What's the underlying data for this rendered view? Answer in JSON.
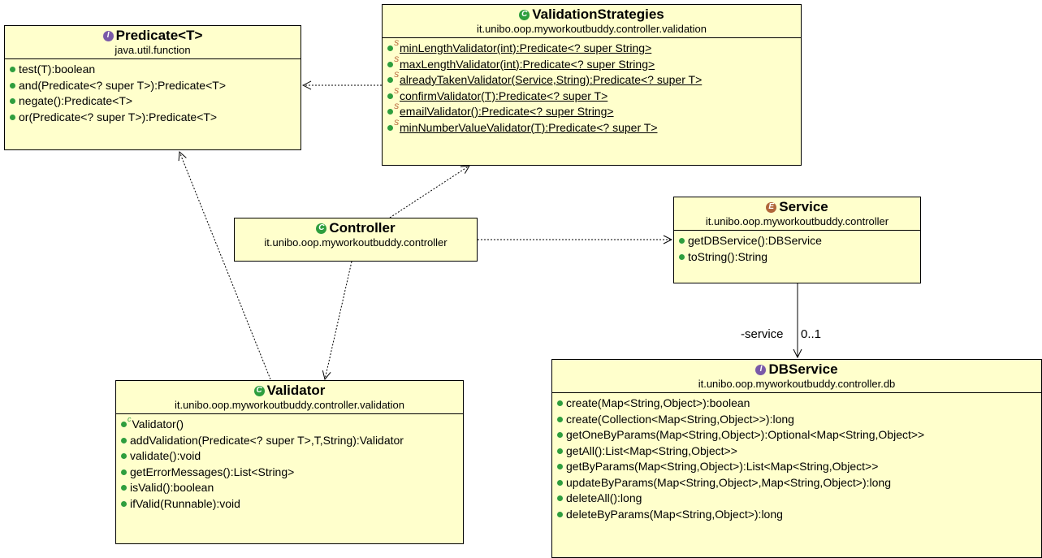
{
  "diagram": {
    "predicate": {
      "badge": "I",
      "name": "Predicate<T>",
      "package": "java.util.function",
      "operations": [
        "test(T):boolean",
        "and(Predicate<? super T>):Predicate<T>",
        "negate():Predicate<T>",
        "or(Predicate<? super T>):Predicate<T>"
      ]
    },
    "validation_strategies": {
      "badge": "C",
      "name": "ValidationStrategies",
      "package": "it.unibo.oop.myworkoutbuddy.controller.validation",
      "operations": [
        "minLengthValidator(int):Predicate<? super String>",
        "maxLengthValidator(int):Predicate<? super String>",
        "alreadyTakenValidator(Service,String):Predicate<? super T>",
        "confirmValidator(T):Predicate<? super T>",
        "emailValidator():Predicate<? super String>",
        "minNumberValueValidator(T):Predicate<? super T>"
      ],
      "operation_marker": "S"
    },
    "controller": {
      "badge": "C",
      "name": "Controller",
      "package": "it.unibo.oop.myworkoutbuddy.controller"
    },
    "service": {
      "badge": "E",
      "name": "Service",
      "package": "it.unibo.oop.myworkoutbuddy.controller",
      "operations": [
        "getDBService():DBService",
        "toString():String"
      ]
    },
    "validator": {
      "badge": "C",
      "name": "Validator",
      "package": "it.unibo.oop.myworkoutbuddy.controller.validation",
      "constructor_marker": "c",
      "operations": [
        "Validator()",
        "addValidation(Predicate<? super T>,T,String):Validator",
        "validate():void",
        "getErrorMessages():List<String>",
        "isValid():boolean",
        "ifValid(Runnable):void"
      ]
    },
    "dbservice": {
      "badge": "I",
      "name": "DBService",
      "package": "it.unibo.oop.myworkoutbuddy.controller.db",
      "operations": [
        "create(Map<String,Object>):boolean",
        "create(Collection<Map<String,Object>>):long",
        "getOneByParams(Map<String,Object>):Optional<Map<String,Object>>",
        "getAll():List<Map<String,Object>>",
        "getByParams(Map<String,Object>):List<Map<String,Object>>",
        "updateByParams(Map<String,Object>,Map<String,Object>):long",
        "deleteAll():long",
        "deleteByParams(Map<String,Object>):long"
      ]
    },
    "association": {
      "role": "-service",
      "multiplicity": "0..1"
    },
    "colors": {
      "box_fill": "#ffffcc",
      "method_dot": "#2e9e3e",
      "interface_badge": "#7a5aa8",
      "class_badge": "#2e9e3e",
      "enum_badge": "#b0663a"
    }
  }
}
